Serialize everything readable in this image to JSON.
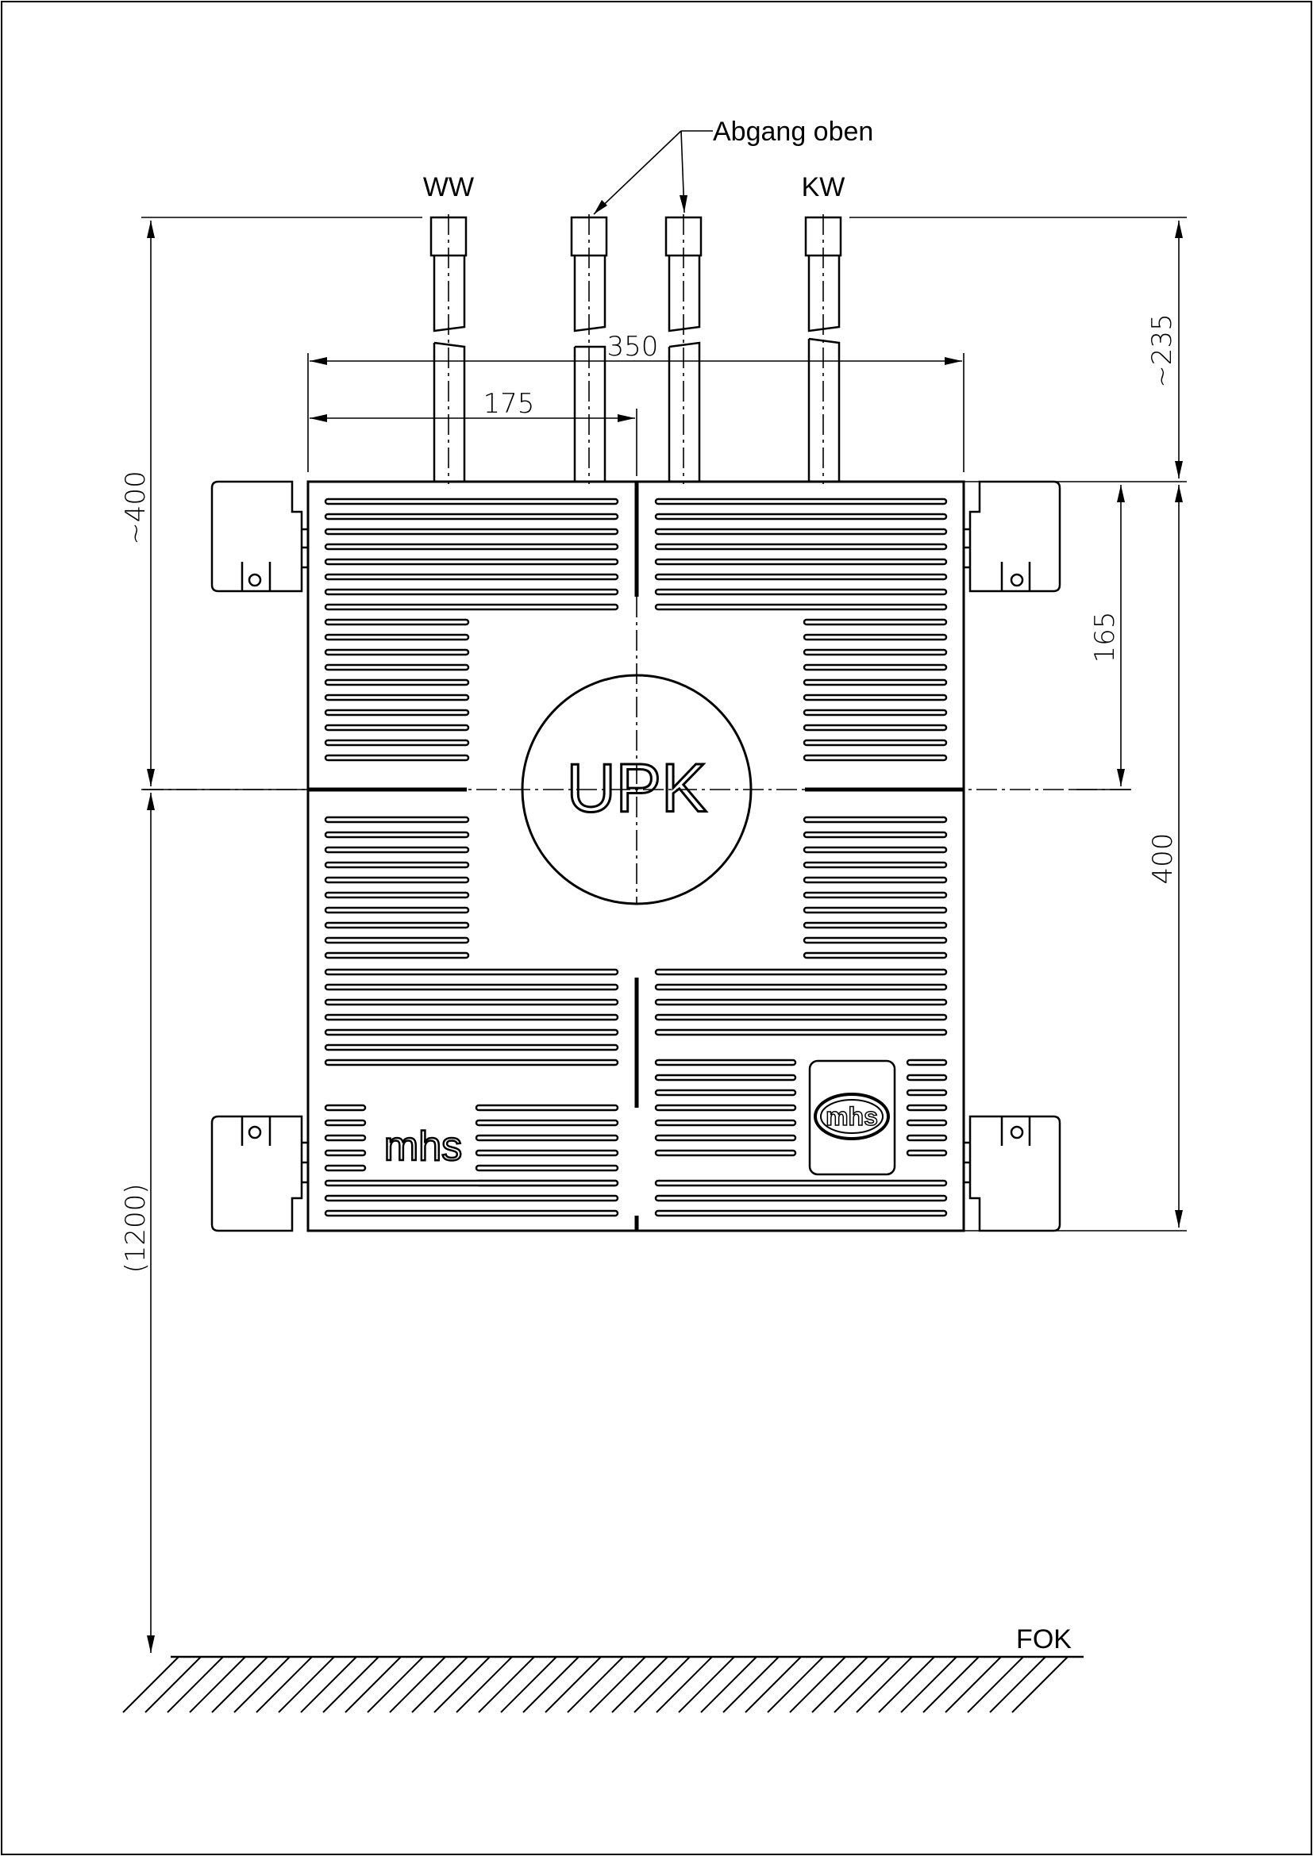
{
  "labels": {
    "ww": "WW",
    "kw": "KW",
    "abgang_oben": "Abgang oben",
    "fok": "FOK",
    "upk": "UPK",
    "logo_left": "mhs",
    "logo_right": "mhs"
  },
  "dimensions": {
    "d350": "350",
    "d175": "175",
    "d235": "~235",
    "d400_left": "~400",
    "d165": "165",
    "d400_right": "400",
    "d1200": "(1200)"
  },
  "colors": {
    "line": "#000000",
    "background": "#ffffff"
  }
}
